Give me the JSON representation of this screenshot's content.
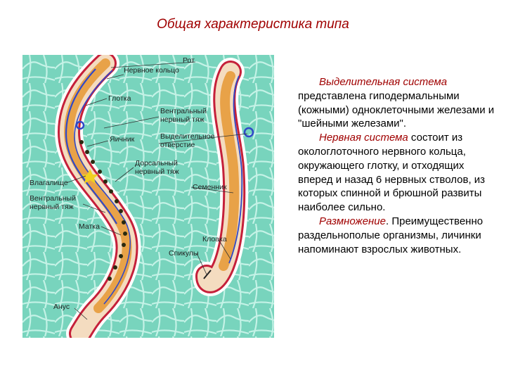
{
  "title": "Общая характеристика типа",
  "figure": {
    "labels": {
      "rot": "Рот",
      "nerve_ring": "Нервное кольцо",
      "pharynx": "Глотка",
      "ventral_cord_1": "Вентральный\nнервный тяж",
      "ovary": "Яичник",
      "excretory_pore": "Выделительное\nотверстие",
      "dorsal_cord": "Дорсальный\nнервный тяж",
      "vagina": "Влагалище",
      "testis": "Семенник",
      "ventral_cord_2": "Вентральный\nнервный тяж",
      "uterus": "Матка",
      "cloaca": "Клоака",
      "spicules": "Спикулы",
      "anus": "Анус"
    }
  },
  "text": {
    "p1_term": "Выделительная система",
    "p1_rest": " представлена гиподермальными (кожными) одноклеточными железами и \"шейными железами\".",
    "p2_term": "Нервная система",
    "p2_rest": " состоит из окологлоточного нервного кольца, окружающего глотку, и отходящих вперед и назад 6 нервных стволов, из которых спинной и брюшной развиты наиболее сильно.",
    "p3_term": "Размножение",
    "p3_dot": ".",
    "p3_rest": " Преимущественно раздельнополые организмы, личинки напоминают взрослых животных."
  },
  "colors": {
    "title": "#a00000",
    "background_tile": "#7fd8c2",
    "body_wall": "#c5203a",
    "gut": "#e8a248",
    "nerve": "#3048c8",
    "egg": "#2a2a10"
  }
}
